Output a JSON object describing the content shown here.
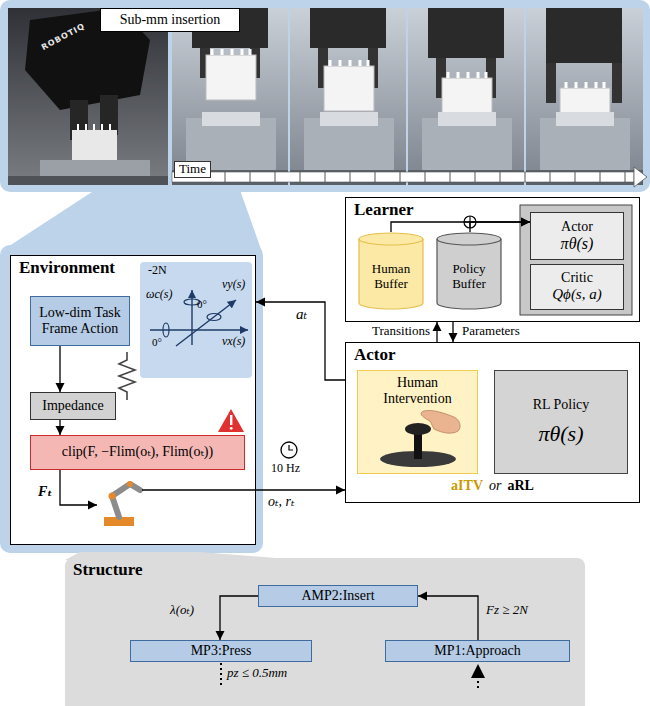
{
  "diagram": {
    "nodes": [
      {
        "text": [
          "Sub-mm insertion"
        ]
      },
      {
        "text": [
          "Environment"
        ]
      },
      {
        "text": [
          "Low-dim Task Frame Action"
        ],
        "in": 1
      },
      {
        "text": [
          "Impedance"
        ],
        "in": 1
      },
      {
        "text": [
          "clip(F, −Flim(oₜ), Flim(oₜ))"
        ],
        "in": 1
      },
      {
        "text": [
          "Learner"
        ]
      },
      {
        "text": [
          "Human Buffer"
        ],
        "in": 5
      },
      {
        "text": [
          "Policy Buffer"
        ],
        "in": 5
      },
      {
        "text": [
          "Actor",
          "πθ(s)"
        ],
        "in": 5
      },
      {
        "text": [
          "Critic",
          "Qϕ(s, a)"
        ],
        "in": 5
      },
      {
        "text": [
          "Actor"
        ]
      },
      {
        "text": [
          "Human Intervention"
        ],
        "in": 10
      },
      {
        "text": [
          "RL Policy",
          "πθ(s)"
        ],
        "in": 10
      },
      {
        "text": [
          "Structure"
        ]
      },
      {
        "text": [
          "AMP2:Insert"
        ],
        "in": 13
      },
      {
        "text": [
          "MP3:Press"
        ],
        "in": 13
      },
      {
        "text": [
          "MP1:Approach"
        ],
        "in": 13
      }
    ],
    "edges": [
      {
        "from": 2,
        "to": 3,
        "arrow": "to"
      },
      {
        "from": 3,
        "to": 4,
        "arrow": "to"
      },
      {
        "from": 10,
        "to": 5,
        "label": "Transitions",
        "arrow": "to"
      },
      {
        "from": 5,
        "to": 10,
        "label": "Parameters",
        "arrow": "to"
      },
      {
        "from": 10,
        "to": 1,
        "label": "aₜ",
        "arrow": "to"
      },
      {
        "from": 1,
        "to": 10,
        "label": "oₜ, rₜ",
        "arrow": "to"
      },
      {
        "from": 6,
        "to": 8,
        "arrow": "to"
      },
      {
        "from": 7,
        "to": 8,
        "arrow": "to"
      },
      {
        "from": 14,
        "to": 15,
        "label": "λ(oₜ)",
        "arrow": "to"
      },
      {
        "from": 16,
        "to": 14,
        "label": "Fz ≥ 2N",
        "arrow": "to"
      }
    ],
    "labels": [
      "ROBOTIQ",
      "Time",
      "-2N",
      "ωc(s)",
      "vy(s)",
      "0°",
      "0°",
      "vx(s)",
      "Fₜ",
      "10 Hz",
      "aITV",
      "or",
      "aRL",
      "pz ≤ 0.5mm"
    ]
  }
}
